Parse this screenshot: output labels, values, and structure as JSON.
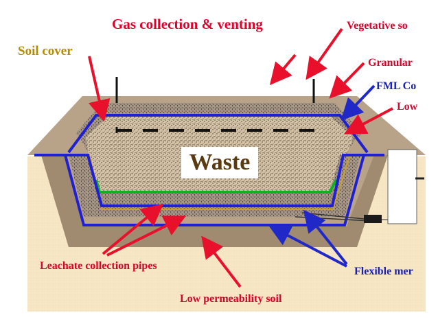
{
  "labels": {
    "gas": "Gas collection & venting",
    "vegetative": "Vegetative so",
    "soil_cover": "Soil cover",
    "granular": "Granular",
    "fml": "FML Co",
    "low": "Low",
    "waste": "Waste",
    "leachate": "Leachate collection pipes",
    "flexible": "Flexible mer",
    "low_perm": "Low permeability soil"
  },
  "colors": {
    "red_label": "#e0002a",
    "gold_label": "#b48c00",
    "blue_label": "#1a20b8",
    "liner": "#2020d0",
    "drain": "#10b020",
    "arrow_red": "#e8102a",
    "arrow_blue": "#2028c8",
    "background": "#f7e6c4",
    "pit_soil": "#b89c80",
    "gravel": "#a09078",
    "waste_fill": "#d4c2a4"
  }
}
